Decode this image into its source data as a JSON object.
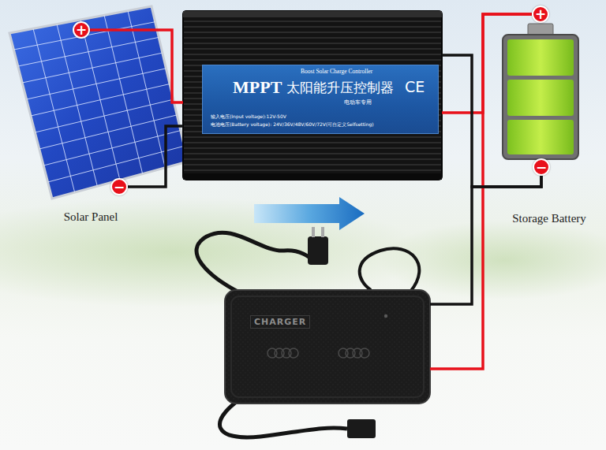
{
  "diagram": {
    "nodes": [
      {
        "text": [
          "Solar Panel"
        ]
      },
      {
        "text": [
          "+"
        ],
        "in": 0
      },
      {
        "text": [
          "−"
        ],
        "in": 0
      },
      {
        "text": [
          "Boost Solar Charge Controller",
          "MPPT",
          "太阳能升压控制器",
          "CE",
          "电动车专用",
          "输入电压(Input voltage):12V-50V",
          "电池电压(Battery voltage): 24V/36V/48V/60V/72V(可自定义Selfsetting)"
        ]
      },
      {
        "text": [
          "Storage Battery"
        ]
      },
      {
        "text": [
          "+"
        ],
        "in": 4
      },
      {
        "text": [
          "−"
        ],
        "in": 4
      },
      {
        "text": [
          "CHARGER"
        ]
      }
    ],
    "edges": [
      {
        "from": 1,
        "to": 3,
        "arrow": "none"
      },
      {
        "from": 2,
        "to": 3,
        "arrow": "none"
      },
      {
        "from": 3,
        "to": 5,
        "arrow": "none"
      },
      {
        "from": 3,
        "to": 6,
        "arrow": "none"
      },
      {
        "from": 7,
        "to": 5,
        "arrow": "none"
      },
      {
        "from": 7,
        "to": 6,
        "arrow": "none"
      }
    ]
  }
}
